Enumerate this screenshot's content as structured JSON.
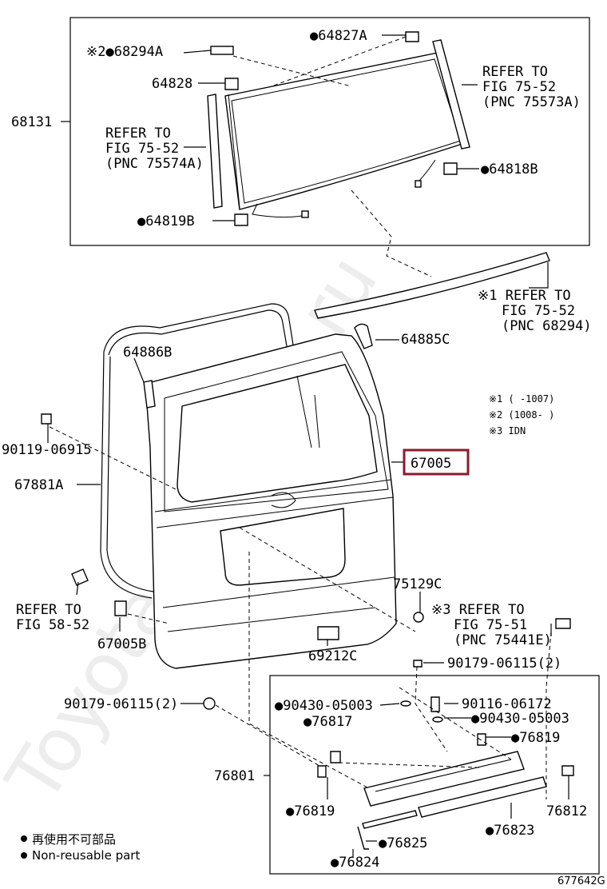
{
  "watermark": "Toyota-Carline.ru",
  "figure_code": "677642G",
  "notes": {
    "n1": "※1 (      -1007)",
    "n2": "※2 (1008-      )",
    "n3": "※3 IDN"
  },
  "legend": {
    "nonreusable_jp": "再使用不可部品",
    "nonreusable_en": "Non-reusable part"
  },
  "labels": {
    "p64827A": "●64827A",
    "p68294A": "※2●68294A",
    "p64828": "64828",
    "p68131": "68131",
    "ref1": [
      "REFER TO",
      "FIG 75-52",
      "(PNC 75574A)"
    ],
    "ref2": [
      "REFER TO",
      "FIG 75-52",
      "(PNC 75573A)"
    ],
    "p64818B": "●64818B",
    "p64819B": "●64819B",
    "ref3": [
      "※1 REFER TO",
      "FIG 75-52",
      "(PNC 68294)"
    ],
    "p64886B": "64886B",
    "p64885C": "64885C",
    "p90119": "90119-06915",
    "p67881A": "67881A",
    "p67005": "67005",
    "ref4": [
      "REFER TO",
      "FIG 58-52"
    ],
    "p67005B": "67005B",
    "p75129C": "75129C",
    "ref5": [
      "※3 REFER TO",
      "FIG 75-51",
      "(PNC 75441E)"
    ],
    "p69212C": "69212C",
    "p90179a": "90179-06115(2)",
    "p90179b": "90179-06115(2)",
    "p90430a": "●90430-05003",
    "p90116": "90116-06172",
    "p76817": "●76817",
    "p90430b": "●90430-05003",
    "p76819a": "●76819",
    "p76801": "76801",
    "p76812": "76812",
    "p76819b": "●76819",
    "p76823": "●76823",
    "p76825": "●76825",
    "p76824": "●76824"
  }
}
